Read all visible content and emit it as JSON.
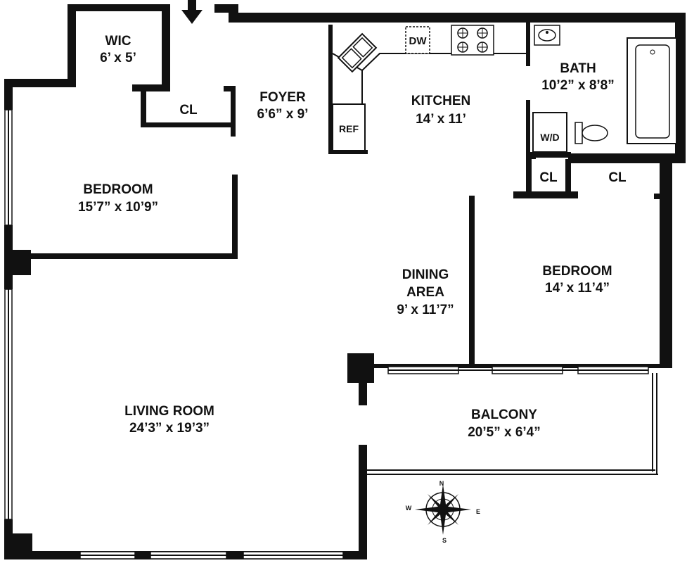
{
  "rooms": {
    "wic": {
      "name": "WIC",
      "size": "6’ x 5’"
    },
    "closet_foyer": {
      "name": "CL"
    },
    "foyer": {
      "name": "FOYER",
      "size": "6’6” x 9’"
    },
    "kitchen": {
      "name": "KITCHEN",
      "size": "14’ x 11’"
    },
    "bath": {
      "name": "BATH",
      "size": "10’2” x 8’8”"
    },
    "bedroom_1": {
      "name": "BEDROOM",
      "size": "15’7” x 10’9”"
    },
    "closet_hall": {
      "name": "CL"
    },
    "closet_bedroom": {
      "name": "CL"
    },
    "bedroom_2": {
      "name": "BEDROOM",
      "size": "14’ x 11’4”"
    },
    "dining": {
      "name_line1": "DINING",
      "name_line2": "AREA",
      "size": "9’ x 11’7”"
    },
    "living": {
      "name": "LIVING ROOM",
      "size": "24’3” x 19’3”"
    },
    "balcony": {
      "name": "BALCONY",
      "size": "20’5” x 6’4”"
    }
  },
  "fixtures": {
    "dishwasher": "DW",
    "refrigerator": "REF",
    "washer_dryer": "W/D"
  },
  "compass": {
    "n": "N",
    "s": "S",
    "e": "E",
    "w": "W"
  }
}
